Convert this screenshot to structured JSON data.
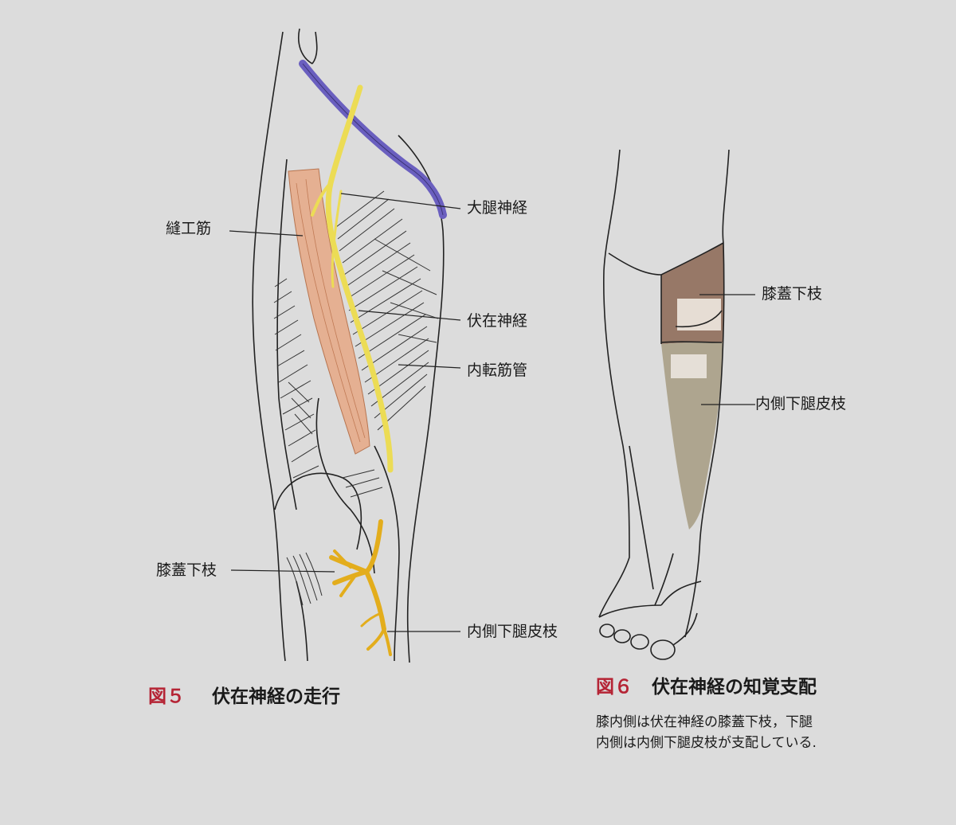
{
  "figure5": {
    "number": "図５",
    "title": "伏在神経の走行",
    "labels": {
      "femoral_nerve": "大腿神経",
      "sartorius": "縫工筋",
      "saphenous_nerve": "伏在神経",
      "adductor_canal": "内転筋管",
      "infrapatellar_branch": "膝蓋下枝",
      "medial_crural_branch": "内側下腿皮枝"
    }
  },
  "figure6": {
    "number": "図６",
    "title": "伏在神経の知覚支配",
    "description_line1": "膝内側は伏在神経の膝蓋下枝，下腿",
    "description_line2": "内側は内側下腿皮枝が支配している.",
    "labels": {
      "infrapatellar_branch": "膝蓋下枝",
      "medial_crural_branch": "内側下腿皮枝"
    }
  },
  "colors": {
    "background": "#dcdcdc",
    "vessel": "#6a5fbf",
    "nerve": "#ecdc55",
    "nerve_branch": "#e3ad1c",
    "muscle": "#e8a17a",
    "zone_infrapatellar": "#8f6d5a",
    "zone_medial_crural": "#a99e86",
    "caption_number": "#b52435"
  }
}
